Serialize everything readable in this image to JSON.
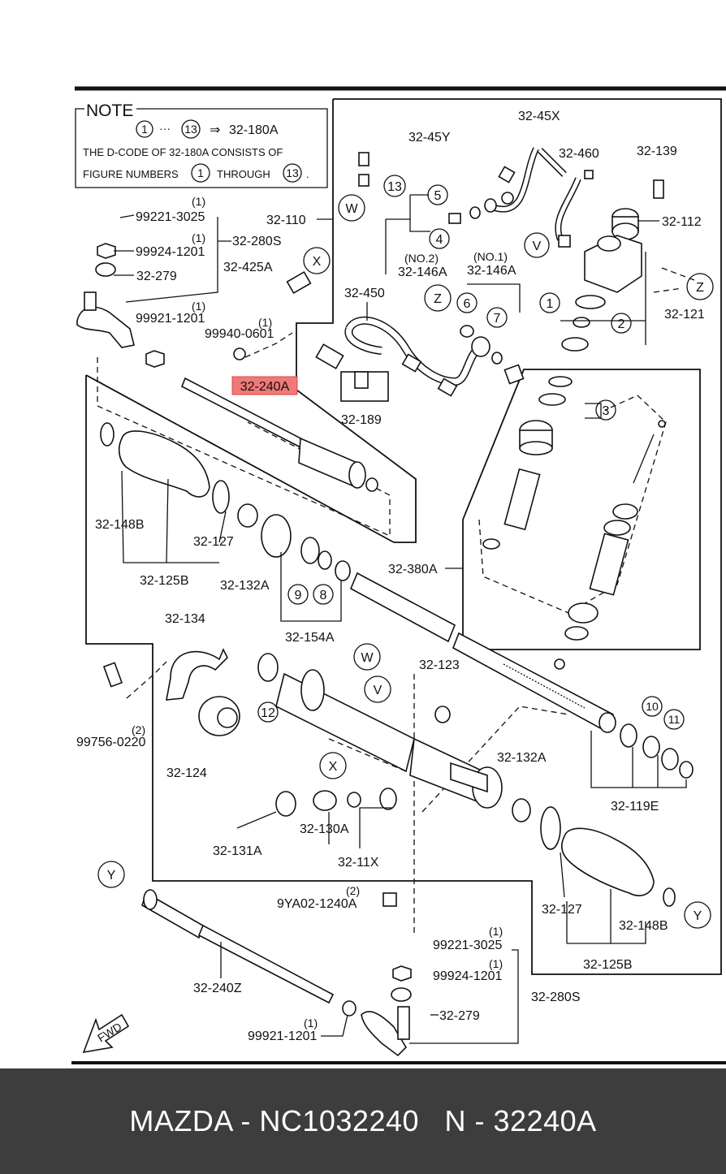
{
  "note": {
    "title": "NOTE",
    "range_start": "1",
    "range_end": "13",
    "arrow": "⇒",
    "range_part": "32-180A",
    "line1": "THE D-CODE OF  32-180A  CONSISTS OF",
    "line2_a": "FIGURE NUMBERS",
    "line2_num1": "1",
    "line2_b": "THROUGH",
    "line2_num2": "13",
    "line2_end": "."
  },
  "highlight": {
    "label": "32-240A",
    "color": "#f07878"
  },
  "labels": {
    "p32_45x": "32-45X",
    "p32_45y": "32-45Y",
    "p32_460": "32-460",
    "p32_139": "32-139",
    "p32_112": "32-112",
    "p32_110": "32-110",
    "p32_280s_top": "32-280S",
    "p32_279_top": "32-279",
    "p32_425a": "32-425A",
    "p32_146a_no2": "32-146A",
    "no2": "(NO.2)",
    "no1": "(NO.1)",
    "p32_146a_no1": "32-146A",
    "p32_450": "32-450",
    "p32_121": "32-121",
    "p32_189": "32-189",
    "p99221_top": "99221-3025",
    "p99924_top": "99924-1201",
    "p99921_top": "99921-1201",
    "p99940": "99940-0601",
    "p32_148b_left": "32-148B",
    "p32_127_left": "32-127",
    "p32_125b_left": "32-125B",
    "p32_132a_left": "32-132A",
    "p32_380a": "32-380A",
    "p32_154a": "32-154A",
    "p32_134": "32-134",
    "p32_123": "32-123",
    "p99756": "99756-0220",
    "p32_124": "32-124",
    "p32_132a_right": "32-132A",
    "p32_119e": "32-119E",
    "p32_131a": "32-131A",
    "p32_130a": "32-130A",
    "p32_11x": "32-11X",
    "p9ya02": "9YA02-1240A",
    "p32_127_right": "32-127",
    "p32_148b_right": "32-148B",
    "p32_125b_right": "32-125B",
    "p32_240z": "32-240Z",
    "p99221_bot": "99221-3025",
    "p99924_bot": "99924-1201",
    "p32_280s_bot": "32-280S",
    "p32_279_bot": "32-279",
    "p99921_bot": "99921-1201",
    "qty1": "(1)",
    "qty2": "(2)",
    "fwd": "FWD"
  },
  "callouts": {
    "c1": "1",
    "c2": "2",
    "c3": "3",
    "c4": "4",
    "c5": "5",
    "c6": "6",
    "c7": "7",
    "c8": "8",
    "c9": "9",
    "c10": "10",
    "c11": "11",
    "c12": "12",
    "c13": "13",
    "w": "W",
    "v": "V",
    "x": "X",
    "y": "Y",
    "z": "Z"
  },
  "footer": {
    "text": "MAZDA - NC1032240   N - 32240A"
  }
}
